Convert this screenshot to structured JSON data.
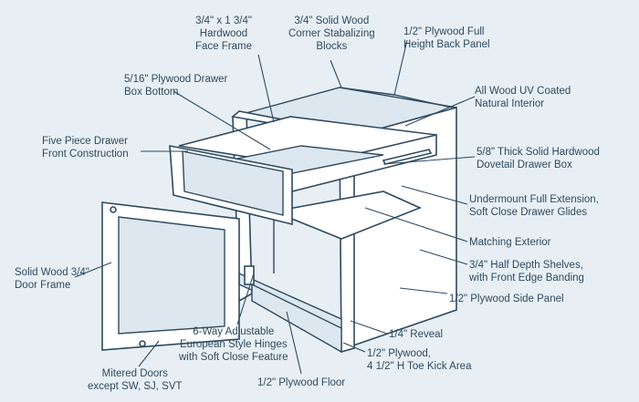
{
  "diagram": {
    "colors": {
      "background": "#e7eff4",
      "line": "#2f4a60",
      "panel_fill": "#ffffff",
      "shade_fill": "#dde7ef"
    },
    "labels": {
      "face_frame": [
        "3/4\" x 1 3/4\"",
        "Hardwood",
        "Face Frame"
      ],
      "corner_blocks": [
        "3/4\" Solid Wood",
        "Corner Stabalizing",
        "Blocks"
      ],
      "back_panel": [
        "1/2\" Plywood Full",
        "Height Back Panel"
      ],
      "drawer_bottom": [
        "5/16\" Plywood Drawer",
        "Box Bottom"
      ],
      "interior": [
        "All Wood UV Coated",
        "Natural Interior"
      ],
      "drawer_front": [
        "Five Piece Drawer",
        "Front Construction"
      ],
      "dovetail_box": [
        "5/8\" Thick Solid Hardwood",
        "Dovetail Drawer Box"
      ],
      "glides": [
        "Undermount Full Extension,",
        "Soft Close Drawer Glides"
      ],
      "exterior": [
        "Matching Exterior"
      ],
      "shelves": [
        "3/4\" Half Depth Shelves,",
        "with Front Edge Banding"
      ],
      "side_panel": [
        "1/2\" Plywood Side Panel"
      ],
      "door_frame": [
        "Solid Wood 3/4\"",
        "Door Frame"
      ],
      "reveal": [
        "1/4\" Reveal"
      ],
      "toe_kick": [
        "1/2\" Plywood,",
        "4 1/2\" H Toe Kick Area"
      ],
      "hinges": [
        "6-Way Adjustable",
        "European Style Hinges",
        "with Soft Close Feature"
      ],
      "mitered_doors": [
        "Mitered Doors",
        "except SW, SJ, SVT"
      ],
      "floor": [
        "1/2\" Plywood Floor"
      ]
    }
  }
}
